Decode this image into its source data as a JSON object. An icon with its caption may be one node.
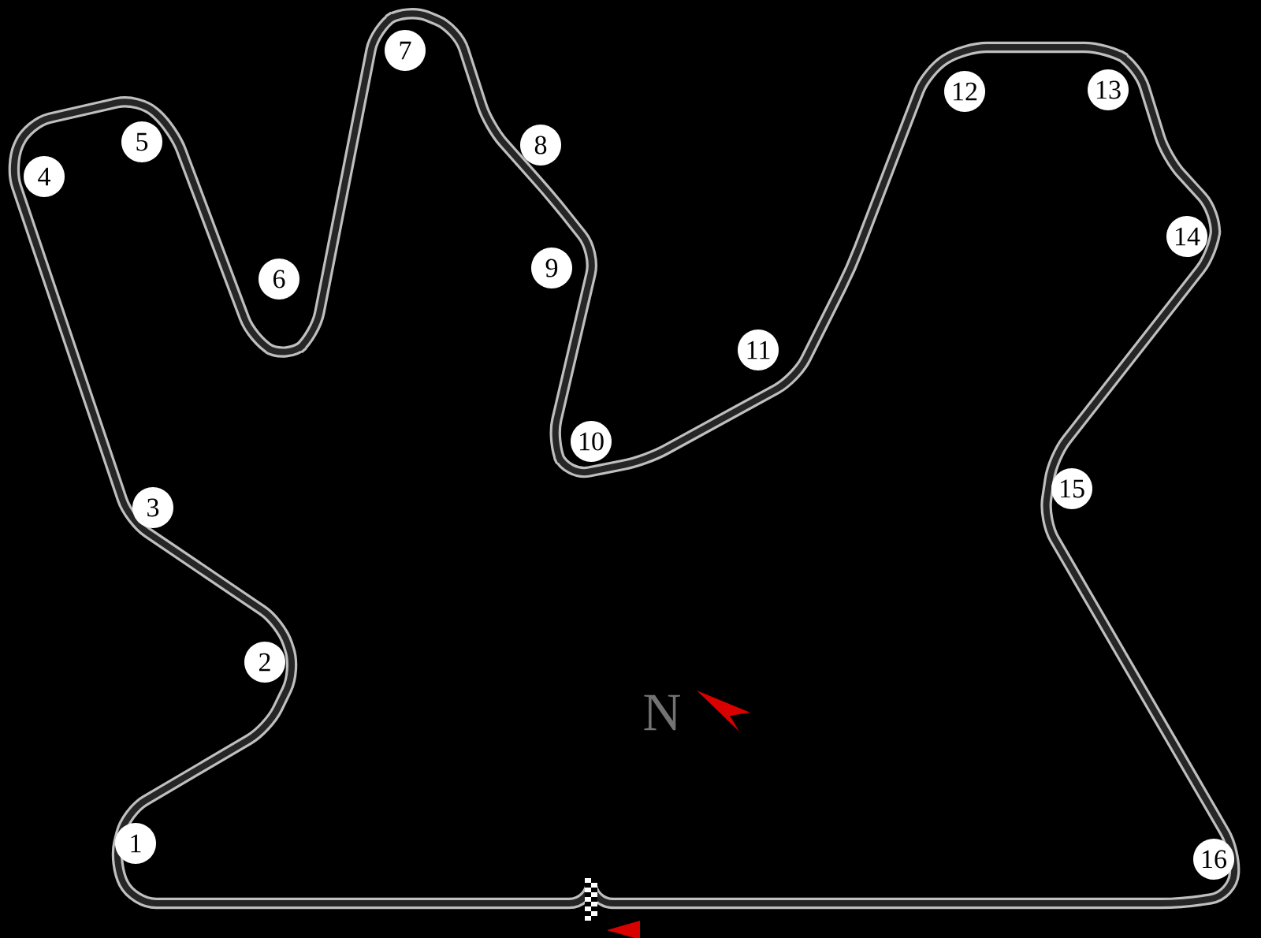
{
  "diagram": {
    "nodes": [
      {
        "text": [
          "1"
        ]
      },
      {
        "text": [
          "2"
        ]
      },
      {
        "text": [
          "3"
        ]
      },
      {
        "text": [
          "4"
        ]
      },
      {
        "text": [
          "5"
        ]
      },
      {
        "text": [
          "6"
        ]
      },
      {
        "text": [
          "7"
        ]
      },
      {
        "text": [
          "8"
        ]
      },
      {
        "text": [
          "9"
        ]
      },
      {
        "text": [
          "10"
        ]
      },
      {
        "text": [
          "11"
        ]
      },
      {
        "text": [
          "12"
        ]
      },
      {
        "text": [
          "13"
        ]
      },
      {
        "text": [
          "14"
        ]
      },
      {
        "text": [
          "15"
        ]
      },
      {
        "text": [
          "16"
        ]
      }
    ],
    "labels": [
      "N"
    ]
  }
}
